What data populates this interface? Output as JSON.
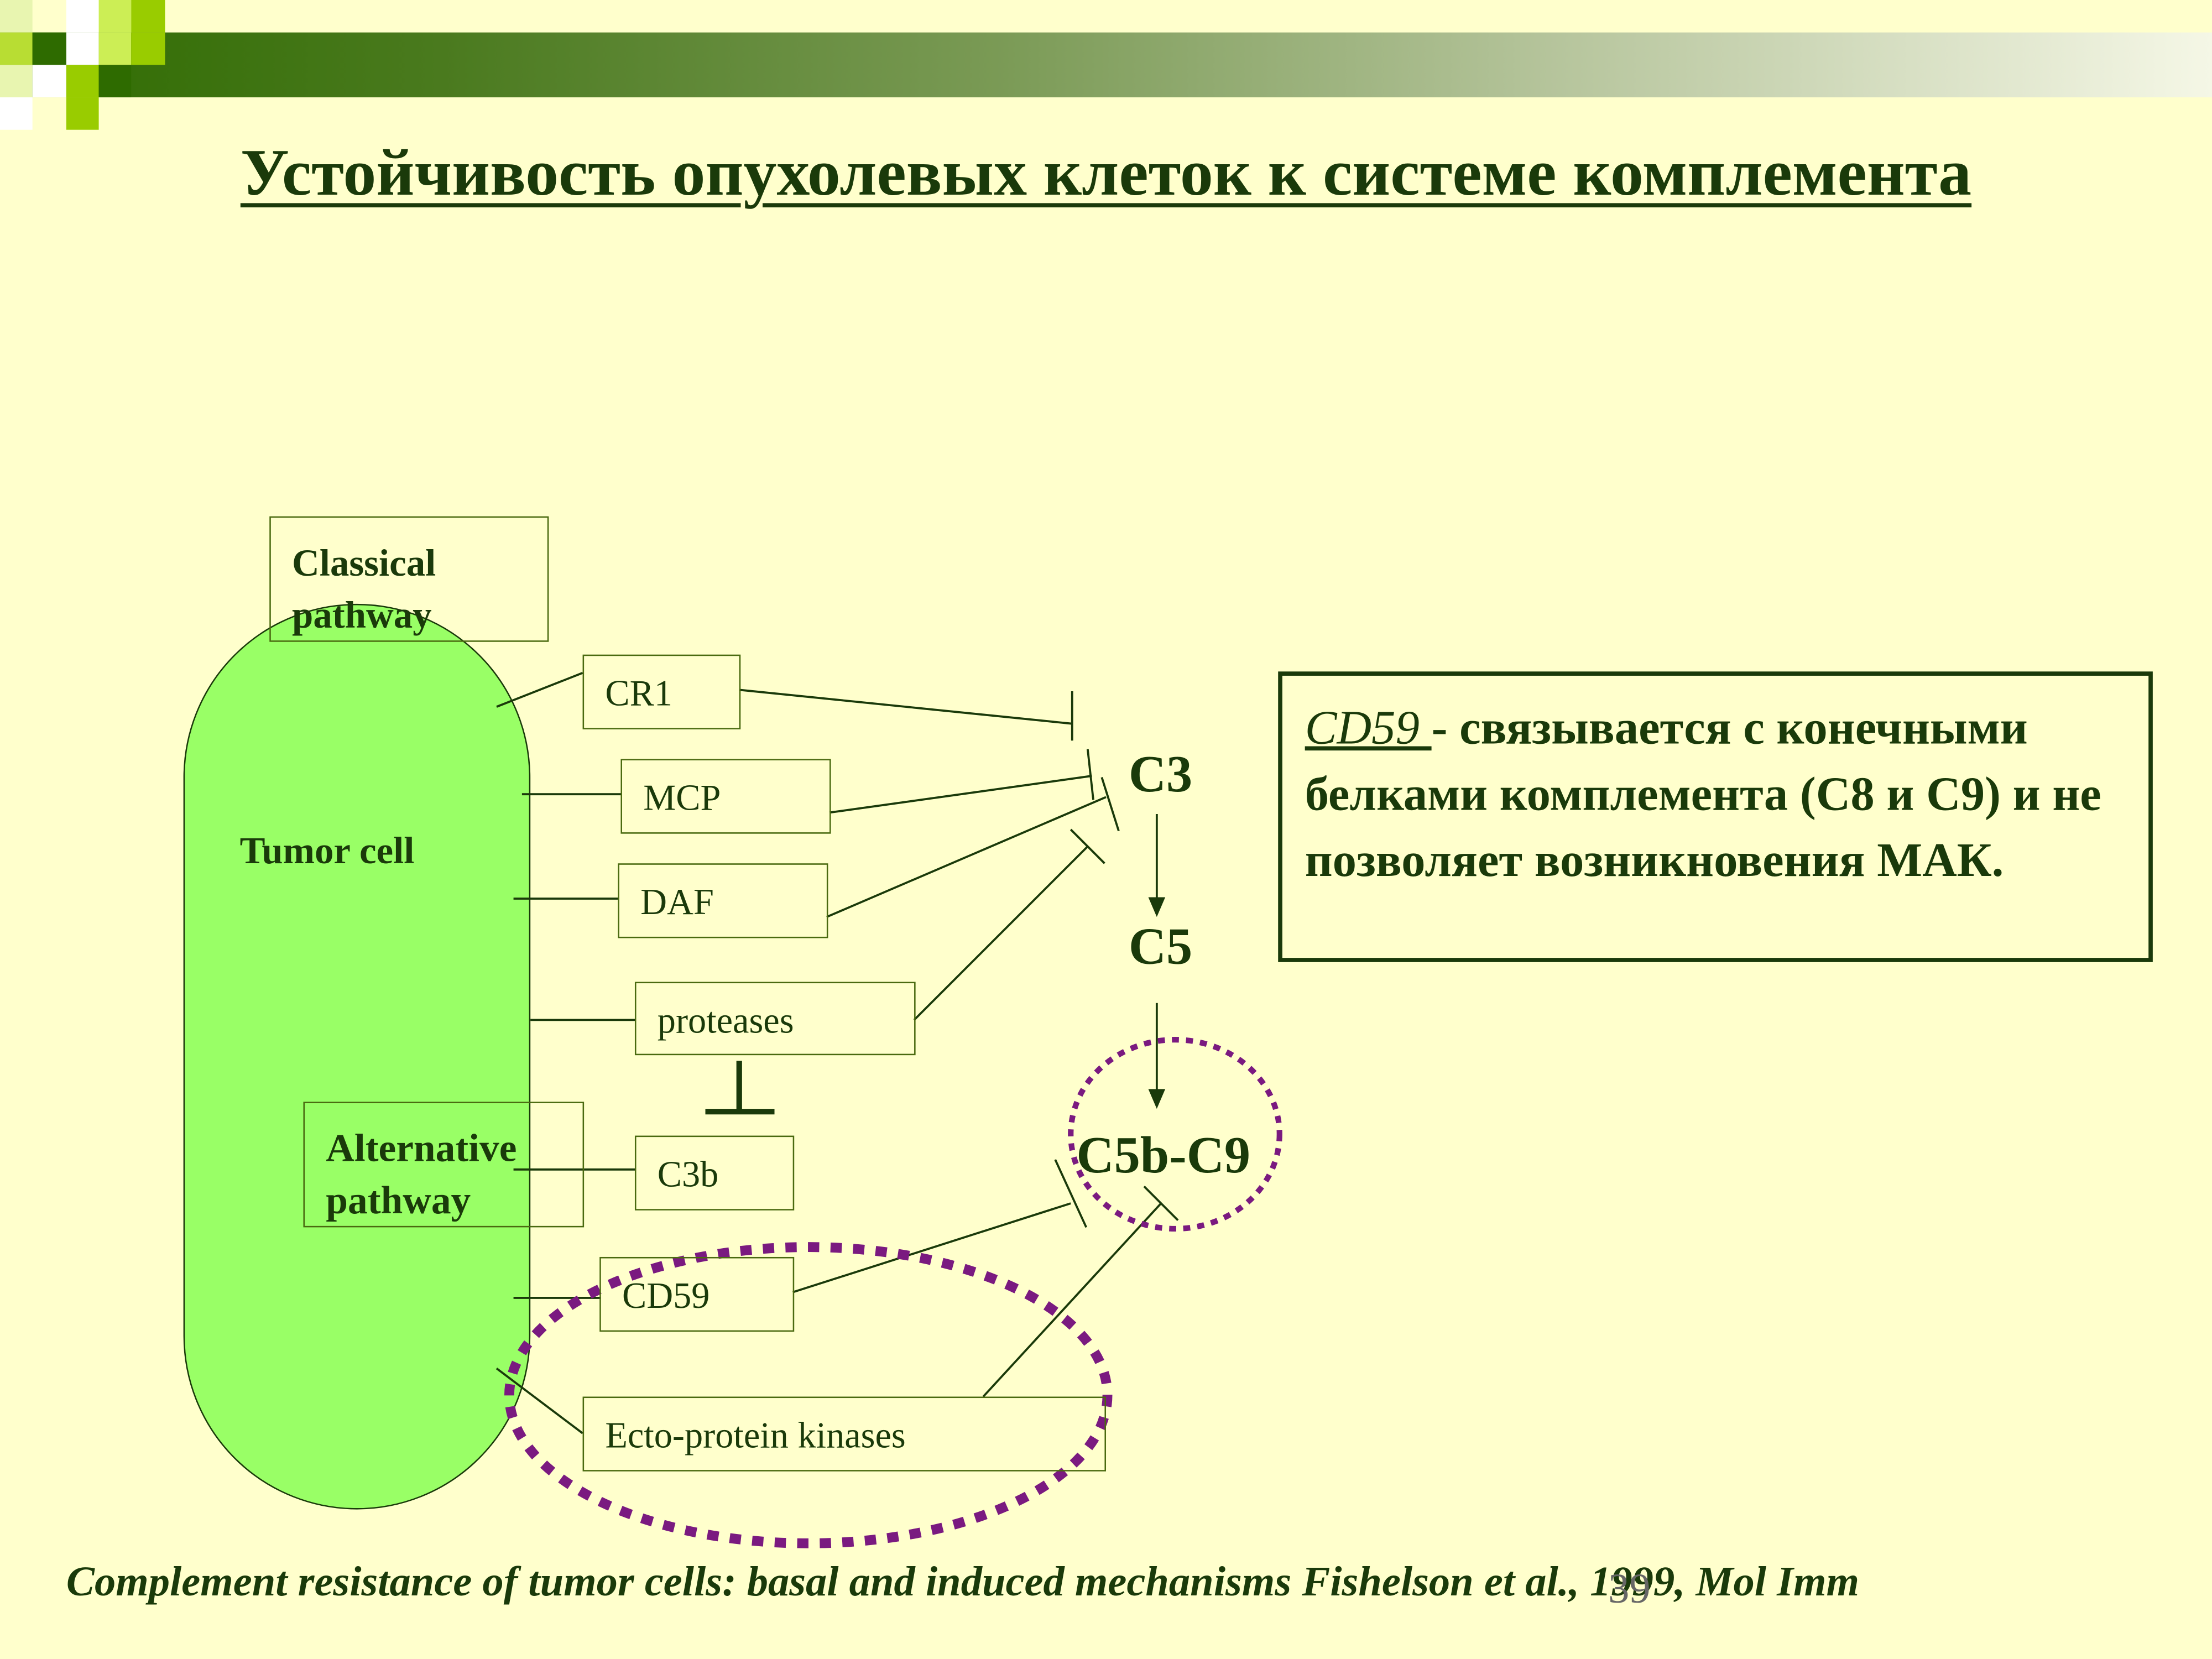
{
  "title": "Устойчивость опухолевых клеток к системе комплемента",
  "pathways": {
    "classical": "Classical pathway",
    "alternative": "Alternative pathway",
    "cell": "Tumor cell"
  },
  "regulators": {
    "cr1": "CR1",
    "mcp": "MCP",
    "daf": "DAF",
    "proteases": "proteases",
    "c3b": "C3b",
    "cd59": "CD59",
    "ecto": "Ecto-protein kinases"
  },
  "cascade": {
    "c3": "C3",
    "c5": "C5",
    "c5b_c9": "C5b-C9"
  },
  "info": {
    "term": "CD59 ",
    "text": " - связывается с конечными белками комплемента (С8 и С9) и не позволяет возникновения МАК."
  },
  "citation": "Complement resistance of tumor cells: basal and induced mechanisms  Fishelson et al., 1999, Mol Imm",
  "slide_number": "39",
  "colors": {
    "background": "#ffffcc",
    "cell_fill": "#99ff66",
    "text": "#1a3a0a",
    "highlight": "#7a1a80"
  }
}
